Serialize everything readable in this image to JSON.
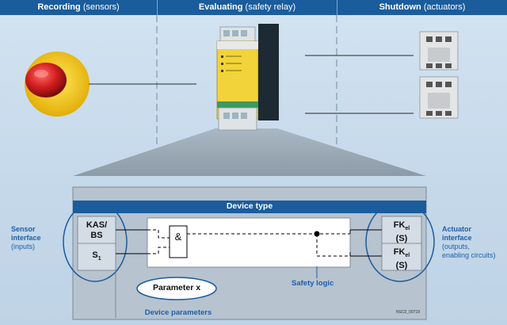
{
  "header": {
    "recording": {
      "title": "Recording",
      "sub": "(sensors)"
    },
    "evaluating": {
      "title": "Evaluating",
      "sub": "(safety relay)"
    },
    "shutdown": {
      "title": "Shutdown",
      "sub": "(actuators)"
    }
  },
  "device_type": "Device type",
  "sensor_interface": {
    "line1": "Sensor",
    "line2": "interface",
    "line3": "(inputs)"
  },
  "actuator_interface": {
    "line1": "Actuator",
    "line2": "interface",
    "line3": "(outputs,",
    "line4": "enabling circuits)"
  },
  "inputs": {
    "kas_line1": "KAS/",
    "kas_line2": "BS",
    "s1_main": "S",
    "s1_sub": "1"
  },
  "outputs": {
    "fk_main": "FK",
    "fk_sub": "el",
    "fk_tag": "(S)"
  },
  "and_gate": "&",
  "safety_logic": "Safety logic",
  "parameter": "Parameter x",
  "device_parameters": "Device parameters",
  "ref_code": "NSC0_00719",
  "colors": {
    "header": "#1a5c9c",
    "label_blue": "#1f5fa8",
    "relay_yellow": "#f3d33a",
    "stop_red": "#d21e1e"
  }
}
